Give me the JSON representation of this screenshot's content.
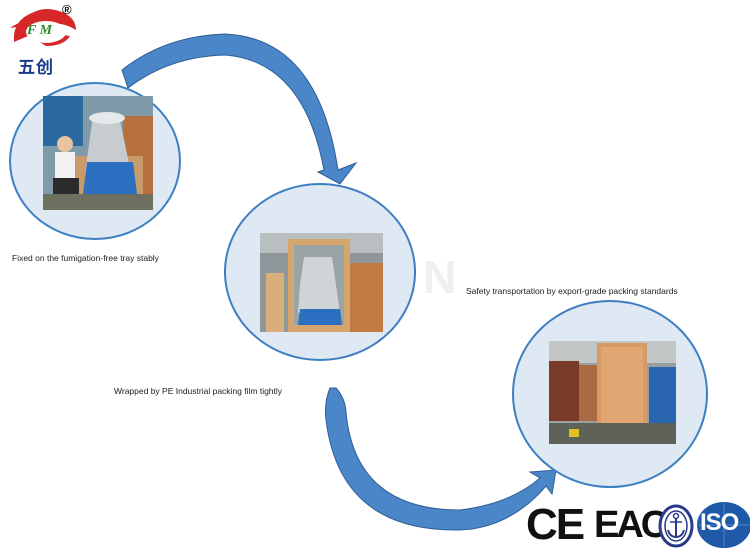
{
  "brand": {
    "logo_initials": "F M",
    "logo_registered": "®",
    "logo_chinese": "五创"
  },
  "watermark": "IVEMEN",
  "steps": [
    {
      "caption": "Fixed on the fumigation-free tray stably"
    },
    {
      "caption": "Wrapped by PE Industrial packing film tightly"
    },
    {
      "caption": "Safety transportation by export-grade packing standards"
    }
  ],
  "certifications": {
    "ce": "CE",
    "eac": "EAC",
    "iso": "ISO"
  },
  "colors": {
    "arrow": "#4a86c8",
    "circle_fill": "#dfe9f4",
    "circle_border": "#3d7fc1",
    "logo_red": "#d62828",
    "brand_blue": "#1a3a8a"
  }
}
